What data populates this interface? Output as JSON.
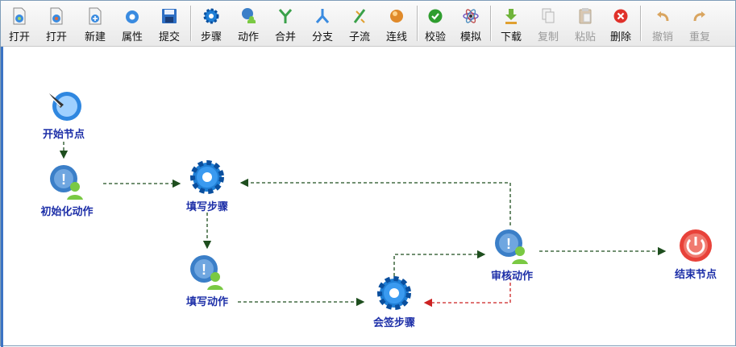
{
  "toolbar": {
    "buttons": [
      {
        "label": "打开",
        "icon": "open-icon"
      },
      {
        "label": "打开",
        "icon": "open-icon"
      },
      {
        "label": "新建",
        "icon": "new-icon"
      },
      {
        "label": "属性",
        "icon": "properties-icon"
      },
      {
        "label": "提交",
        "icon": "save-disk-icon"
      },
      {
        "label": "步骤",
        "icon": "gear-icon"
      },
      {
        "label": "动作",
        "icon": "action-user-icon"
      },
      {
        "label": "合并",
        "icon": "merge-icon"
      },
      {
        "label": "分支",
        "icon": "branch-icon"
      },
      {
        "label": "子流",
        "icon": "subflow-icon"
      },
      {
        "label": "连线",
        "icon": "connect-icon"
      },
      {
        "label": "校验",
        "icon": "check-icon"
      },
      {
        "label": "模拟",
        "icon": "simulate-atom-icon"
      },
      {
        "label": "下载",
        "icon": "download-icon"
      },
      {
        "label": "复制",
        "icon": "copy-icon",
        "disabled": true
      },
      {
        "label": "粘贴",
        "icon": "paste-icon",
        "disabled": true
      },
      {
        "label": "删除",
        "icon": "delete-icon"
      },
      {
        "label": "撤销",
        "icon": "undo-icon",
        "disabled": true
      },
      {
        "label": "重复",
        "icon": "redo-icon",
        "disabled": true
      }
    ]
  },
  "nodes": {
    "start": {
      "label": "开始节点",
      "icon": "start-pen-icon"
    },
    "init_action": {
      "label": "初始化动作",
      "icon": "action-user-icon"
    },
    "fill_step": {
      "label": "填写步骤",
      "icon": "gear-icon"
    },
    "fill_action": {
      "label": "填写动作",
      "icon": "action-user-icon"
    },
    "countersign_step": {
      "label": "会签步骤",
      "icon": "gear-icon"
    },
    "review_action": {
      "label": "审核动作",
      "icon": "action-user-icon"
    },
    "end": {
      "label": "结束节点",
      "icon": "end-power-icon"
    }
  },
  "colors": {
    "link": "#1e4e1e",
    "reject_link": "#cc2222",
    "node_label": "#1d2fa8",
    "toolbar_bg": "#f0f0f0"
  }
}
